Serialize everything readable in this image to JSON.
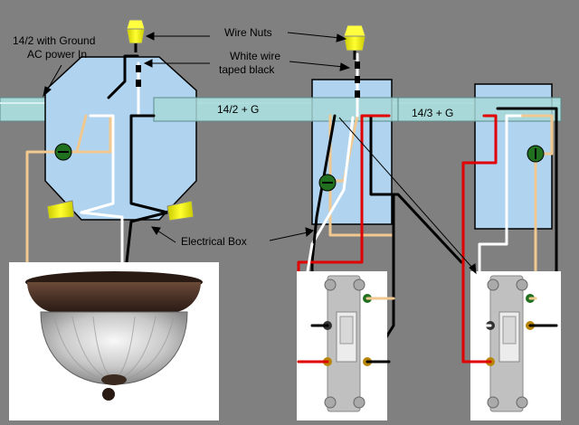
{
  "labels": {
    "ac_power_line1": "14/2 with Ground",
    "ac_power_line2": "AC power In",
    "wire_nuts": "Wire Nuts",
    "white_wire_line1": "White wire",
    "white_wire_line2": "taped black",
    "cable_14_2": "14/2 + G",
    "cable_14_3": "14/3 + G",
    "electrical_box": "Electrical Box"
  },
  "colors": {
    "background": "#808080",
    "cable": "#a8d8d8",
    "box": "#b0d4f0",
    "hot_wire": "#000000",
    "neutral_wire": "#ffffff",
    "ground_wire": "#f0c890",
    "traveler_red": "#e00000",
    "wire_nut": "#f4f400",
    "ground_screw": "#207020"
  },
  "icons": {
    "fixture": "ceiling-light-fixture",
    "switch": "three-way-switch",
    "connector": "wire-nut"
  }
}
